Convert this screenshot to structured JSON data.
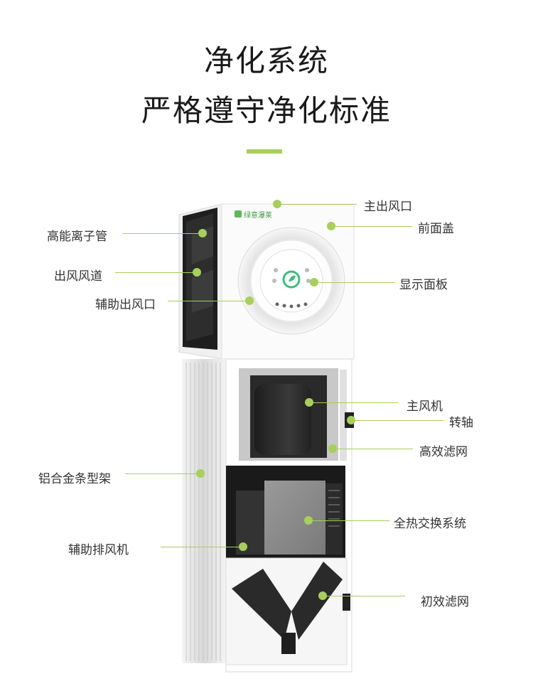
{
  "header": {
    "title_line1": "净化系统",
    "title_line2": "严格遵守净化标准"
  },
  "brand": {
    "logo_text": "绿意瀑莱"
  },
  "colors": {
    "accent": "#a7cf5b",
    "text": "#333333"
  },
  "callouts": [
    {
      "id": "main-outlet",
      "label": "主出风口"
    },
    {
      "id": "front-cover",
      "label": "前面盖"
    },
    {
      "id": "ion-tube",
      "label": "高能离子管"
    },
    {
      "id": "outlet-duct",
      "label": "出风风道"
    },
    {
      "id": "aux-outlet",
      "label": "辅助出风口"
    },
    {
      "id": "display-panel",
      "label": "显示面板"
    },
    {
      "id": "main-fan",
      "label": "主风机"
    },
    {
      "id": "shaft",
      "label": "转轴"
    },
    {
      "id": "hepa-filter",
      "label": "高效滤网"
    },
    {
      "id": "alu-frame",
      "label": "铝合金条型架"
    },
    {
      "id": "heat-exchange",
      "label": "全热交换系统"
    },
    {
      "id": "aux-exhaust-fan",
      "label": "辅助排风机"
    },
    {
      "id": "primary-filter",
      "label": "初效滤网"
    }
  ]
}
